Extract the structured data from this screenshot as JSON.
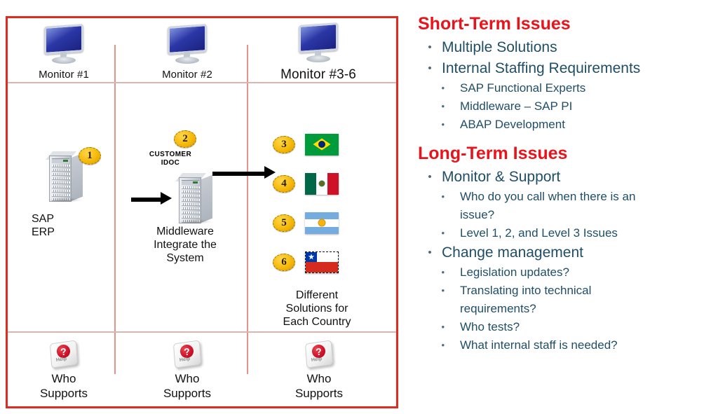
{
  "diagram": {
    "columns": [
      {
        "monitor_label": "Monitor #1",
        "node_caption": "SAP\nERP",
        "badge": "1",
        "support_label": "Who\nSupports",
        "help_text": "Help"
      },
      {
        "monitor_label": "Monitor #2",
        "node_caption": "Middleware\nIntegrate the\nSystem",
        "badge": "2",
        "arrow_label": "CUSTOMER\nIDOC",
        "support_label": "Who\nSupports",
        "help_text": "Help"
      },
      {
        "monitor_label": "Monitor #3-6",
        "node_caption": "Different\nSolutions for\nEach Country",
        "support_label": "Who\nSupports",
        "help_text": "Help"
      }
    ],
    "countries": [
      {
        "badge": "3",
        "flag": "brazil-flag"
      },
      {
        "badge": "4",
        "flag": "mexico-flag"
      },
      {
        "badge": "5",
        "flag": "argentina-flag"
      },
      {
        "badge": "6",
        "flag": "chile-flag"
      }
    ],
    "border_color": "#e02b20",
    "grid_color": "#e8908a"
  },
  "panel": {
    "short_term": {
      "title": "Short-Term Issues",
      "items": [
        {
          "level": 1,
          "text": "Multiple Solutions"
        },
        {
          "level": 1,
          "text": "Internal Staffing Requirements"
        },
        {
          "level": 2,
          "text": "SAP Functional Experts"
        },
        {
          "level": 2,
          "text": "Middleware – SAP PI"
        },
        {
          "level": 2,
          "text": "ABAP Development"
        }
      ]
    },
    "long_term": {
      "title": "Long-Term Issues",
      "items": [
        {
          "level": 1,
          "text": "Monitor & Support"
        },
        {
          "level": 2,
          "text": "Who do you call when there is an issue?"
        },
        {
          "level": 2,
          "text": "Level 1, 2, and Level 3 Issues"
        },
        {
          "level": 1,
          "text": "Change management"
        },
        {
          "level": 2,
          "text": "Legislation updates?"
        },
        {
          "level": 2,
          "text": "Translating into technical requirements?"
        },
        {
          "level": 2,
          "text": "Who tests?"
        },
        {
          "level": 2,
          "text": "What internal staff is needed?"
        }
      ]
    },
    "bullet_glyph": "•",
    "title_color": "#e8141b",
    "text_color": "#1f4e66"
  }
}
